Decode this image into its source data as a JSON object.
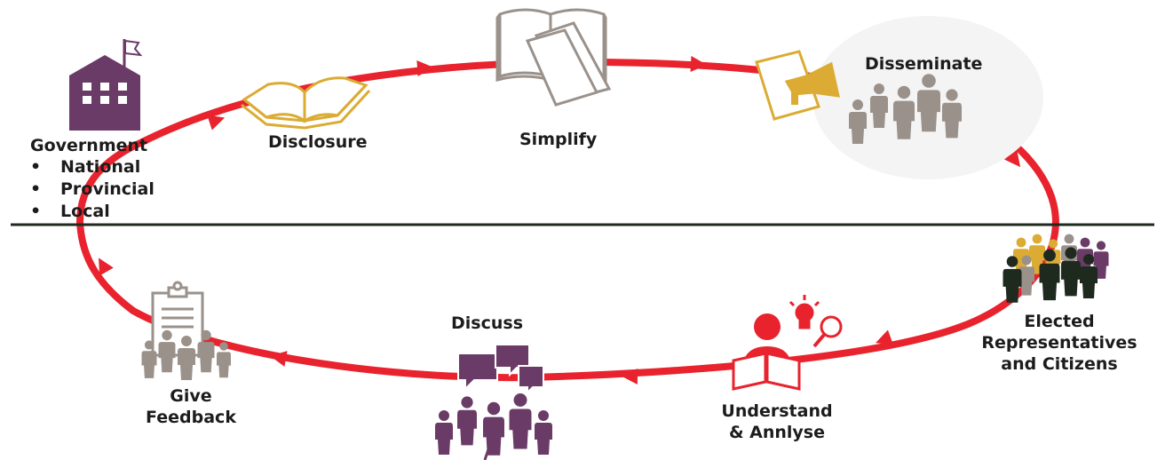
{
  "colors": {
    "cycle": "#e8232e",
    "divider": "#1f2a1f",
    "purple": "#6b3b67",
    "gold": "#dbab33",
    "grey": "#9a918b",
    "red": "#e8232e",
    "dark": "#1f2a1f",
    "text": "#1c1c1c"
  },
  "stages": {
    "government": {
      "title": "Government",
      "levels": [
        "National",
        "Provincial",
        "Local"
      ],
      "icon": "government-building-icon"
    },
    "disclosure": {
      "label": "Disclosure",
      "icon": "open-book-icon"
    },
    "simplify": {
      "label": "Simplify",
      "icon": "book-with-papers-icon"
    },
    "disseminate": {
      "label": "Disseminate",
      "icons": [
        "document-megaphone-icon",
        "crowd-icon"
      ]
    },
    "elected": {
      "label_lines": [
        "Elected",
        "Representatives",
        "and Citizens"
      ],
      "icon": "crowd-icon"
    },
    "understand": {
      "label_lines": [
        "Understand",
        "& Annlyse"
      ],
      "icons": [
        "reader-icon",
        "lightbulb-icon",
        "magnifier-icon"
      ]
    },
    "discuss": {
      "label": "Discuss",
      "icons": [
        "speech-bubbles-icon",
        "crowd-icon"
      ]
    },
    "feedback": {
      "label_lines": [
        "Give",
        "Feedback"
      ],
      "icons": [
        "clipboard-icon",
        "crowd-icon"
      ]
    }
  }
}
